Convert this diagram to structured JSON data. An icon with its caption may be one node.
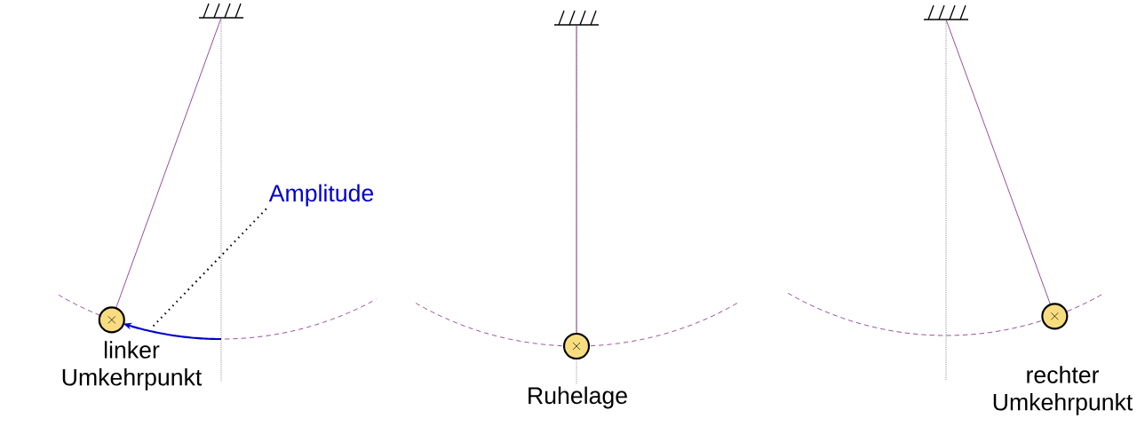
{
  "diagram": {
    "nodes": [
      {
        "text": [],
        "shape": "bar"
      },
      {
        "text": [],
        "shape": "circle",
        "beside": [
          "linker Umkehrpunkt"
        ]
      },
      {
        "text": [
          "Amplitude"
        ]
      },
      {
        "text": [],
        "shape": "bar"
      },
      {
        "text": [],
        "shape": "circle",
        "beside": [
          "Ruhelage"
        ]
      },
      {
        "text": [],
        "shape": "bar"
      },
      {
        "text": [],
        "shape": "circle",
        "beside": [
          "rechter Umkehrpunkt"
        ]
      },
      {
        "text": [],
        "shape": "arc"
      }
    ],
    "edges": [
      {
        "from": 0,
        "to": 1,
        "arrow": "none"
      },
      {
        "from": 3,
        "to": 4,
        "arrow": "none"
      },
      {
        "from": 5,
        "to": 6,
        "arrow": "none"
      },
      {
        "from": 2,
        "to": 7,
        "arrow": "none",
        "style": "dashed",
        "color": "#000000"
      }
    ]
  }
}
